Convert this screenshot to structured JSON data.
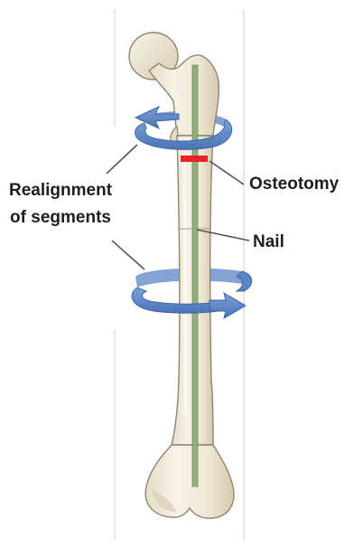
{
  "labels": {
    "realignment_line1": "Realignment",
    "realignment_line2": "of segments",
    "osteotomy": "Osteotomy",
    "nail": "Nail"
  },
  "colors": {
    "bone_fill": "#f3ede0",
    "bone_shade": "#d9cdb6",
    "bone_outline": "#8e8470",
    "nail": "#8fb07a",
    "osteotomy_mark": "#e8202a",
    "rotation_arrow": "#5b86c6",
    "leader_line": "#555555",
    "frame_line": "#c8c8c8"
  }
}
